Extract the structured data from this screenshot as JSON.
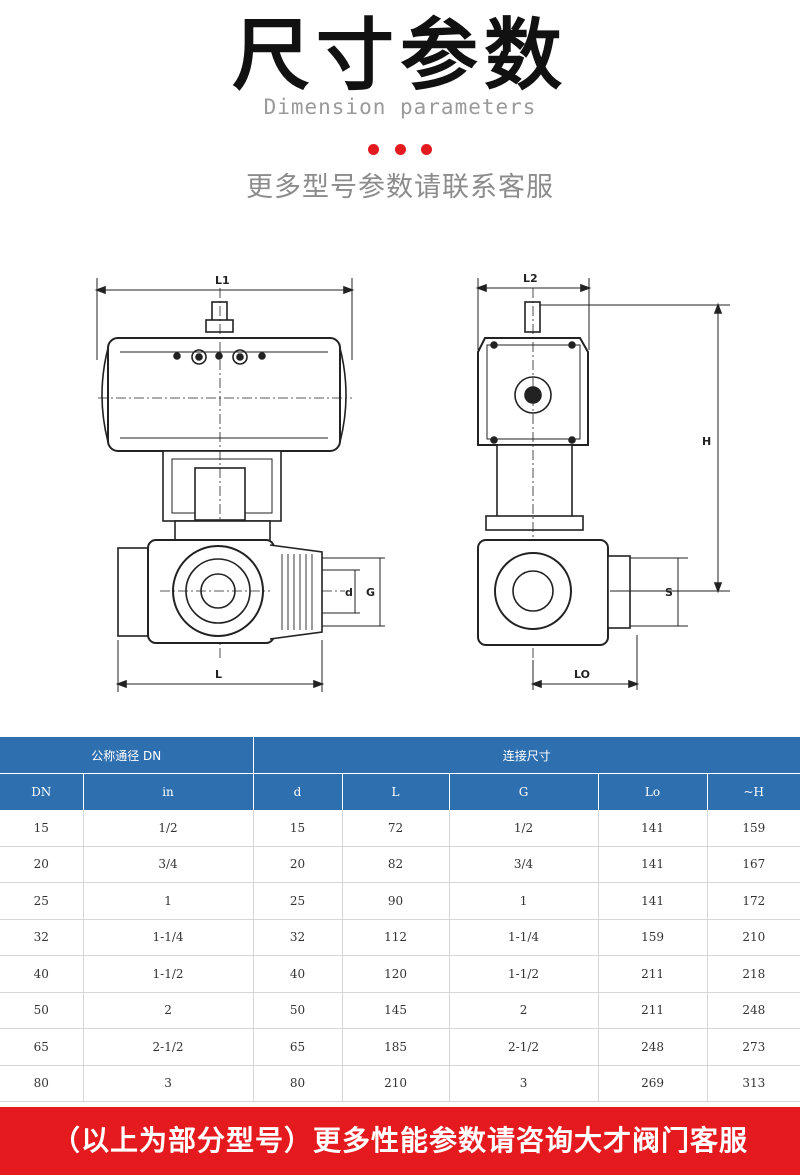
{
  "header": {
    "title": "尺寸参数",
    "subtitle": "Dimension parameters",
    "note": "更多型号参数请联系客服",
    "dot_color": "#e51a1f"
  },
  "drawing": {
    "labels": {
      "l1": "L1",
      "l": "L",
      "d": "d",
      "g": "G",
      "l2": "L2",
      "h": "H",
      "s": "S",
      "lo": "LO"
    }
  },
  "table": {
    "group_left": "公称通径 DN",
    "group_right": "连接尺寸",
    "columns": [
      "DN",
      "in",
      "d",
      "L",
      "G",
      "Lo",
      "~H"
    ],
    "rows": [
      [
        "15",
        "1/2",
        "15",
        "72",
        "1/2",
        "141",
        "159"
      ],
      [
        "20",
        "3/4",
        "20",
        "82",
        "3/4",
        "141",
        "167"
      ],
      [
        "25",
        "1",
        "25",
        "90",
        "1",
        "141",
        "172"
      ],
      [
        "32",
        "1-1/4",
        "32",
        "112",
        "1-1/4",
        "159",
        "210"
      ],
      [
        "40",
        "1-1/2",
        "40",
        "120",
        "1-1/2",
        "211",
        "218"
      ],
      [
        "50",
        "2",
        "50",
        "145",
        "2",
        "211",
        "248"
      ],
      [
        "65",
        "2-1/2",
        "65",
        "185",
        "2-1/2",
        "248",
        "273"
      ],
      [
        "80",
        "3",
        "80",
        "210",
        "3",
        "269",
        "313"
      ]
    ],
    "header_color": "#2e6fb0"
  },
  "footer": {
    "text": "（以上为部分型号）更多性能参数请咨询大才阀门客服",
    "color": "#e51a1f"
  }
}
